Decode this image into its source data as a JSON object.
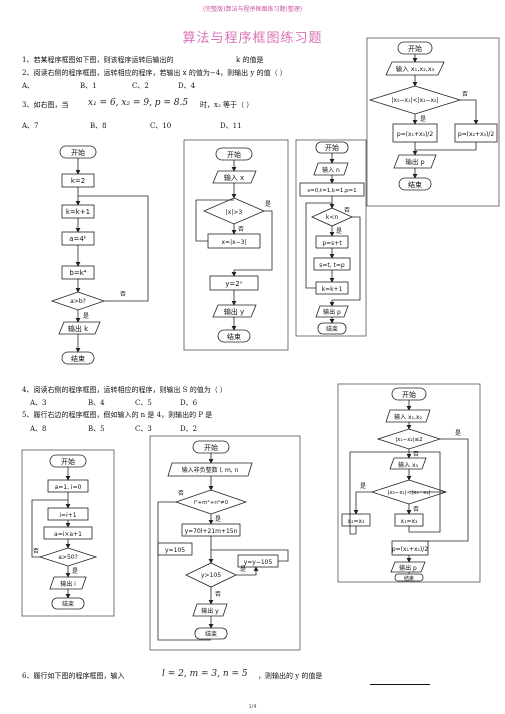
{
  "header": "(完整版)算法与程序框图练习题(整理)",
  "title": "算法与程序框图练习题",
  "q1": "1、若某程序框图如下图，则该程序运转后输出的",
  "q1b": "k 的值是",
  "q2": "2、阅读右侧的程序框图，运转相应的程序，若输出 x 的值为−4，则输出 y 的值（  ）",
  "q2_opts": [
    "A、",
    "B、1",
    "C、2",
    "D、4"
  ],
  "q3_pre": "3、如右图，当",
  "q3_math": "x₁ = 6, x₂ = 9, p = 8.5",
  "q3_post": "时，x₃ 等于（   ）",
  "q3_opts": [
    "A、7",
    "B、8",
    "C、10",
    "D、11"
  ],
  "q4": "4、阅读右侧的程序框图，运转相应的程序，则输出 S 的值为（   ）",
  "q4_opts": [
    "A、3",
    "B、4",
    "C、5",
    "D、6"
  ],
  "q5": "5、履行右边的程序框图，假如输入的 n 是 4，则输出的 P 是",
  "q5_opts": [
    "A、8",
    "B、5",
    "C、3",
    "D、2"
  ],
  "q6_pre": "6、履行如下图的程序框图，输入",
  "q6_math": "l = 2, m = 3, n = 5",
  "q6_post": "，则输出的 y 的值是",
  "footer": "1/4",
  "fc1": {
    "start": "开始",
    "k2": "k=2",
    "kk1": "k=k+1",
    "a4": "a=4ᵏ",
    "bk": "b=k⁴",
    "cond": "a>b?",
    "no": "否",
    "yes": "是",
    "out": "输出 k",
    "end": "结束"
  },
  "fc2": {
    "start": "开始",
    "input": "输入 x",
    "cond": "|x|>3",
    "yes": "是",
    "no": "否",
    "assign": "x=|x−3|",
    "y": "y=2ˣ",
    "out": "输出 y",
    "end": "结束"
  },
  "fc3": {
    "start": "开始",
    "input": "输入 n",
    "init": "s=0,t=1,k=1,p=1",
    "cond": "k<n",
    "yes": "是",
    "no": "否",
    "p": "p=s+t",
    "st": "s=t, t=p",
    "k": "k=k+1",
    "out": "输出 p",
    "end": "结束"
  },
  "fc4": {
    "start": "开始",
    "input": "输入 x₁,x₂,x₃",
    "cond": "|x₃−x₁|<|x₃−x₂|",
    "yes": "是",
    "no": "否",
    "p1": "p=(x₁+x₃)/2",
    "p2": "p=(x₂+x₃)/2",
    "out": "输出 p",
    "end": "结束"
  },
  "fc5": {
    "start": "开始",
    "init": "a=1, i=0",
    "i": "i=i+1",
    "a": "a=i×a+1",
    "cond": "a>50?",
    "yes": "是",
    "no": "否",
    "out": "输出 i",
    "end": "结束"
  },
  "fc6": {
    "start": "开始",
    "input": "输入非负整数 l, m, n",
    "cond": "l²+m²+n²≠0",
    "yes": "是",
    "no": "否",
    "calc": "y=70l+21m+15n",
    "end_y": "y=105",
    "cond2": "y>105",
    "yes2": "是",
    "no2": "否",
    "sub": "y=y−105",
    "out": "输出 y",
    "end": "结束"
  },
  "fc7": {
    "start": "开始",
    "input": "输入 x₁,x₂",
    "cond": "|x₁−x₂|≤2",
    "yes": "是",
    "no": "否",
    "in3": "输入 x₃",
    "cond2": "|x₃−x₁|<|x₃−x₂|",
    "yes2": "是",
    "no2": "否",
    "a1": "x₂=x₃",
    "a2": "x₁=x₃",
    "p": "p=(x₁+x₂)/2",
    "out": "输出 p",
    "end": "结束"
  }
}
